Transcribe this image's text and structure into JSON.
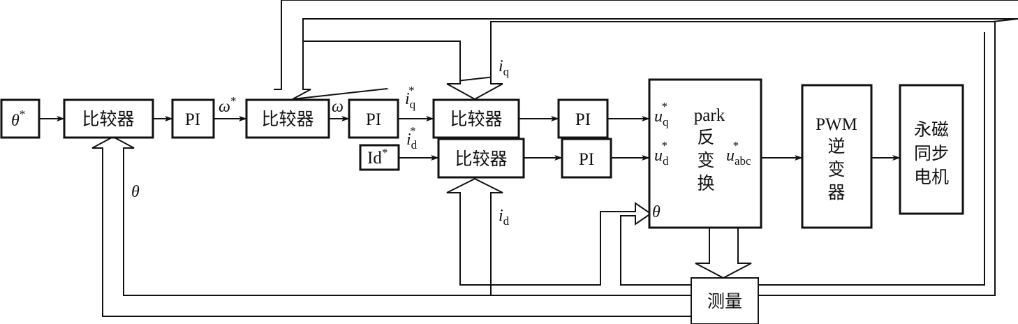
{
  "blocks": {
    "theta_ref": {
      "base": "θ",
      "sup": "*"
    },
    "comparator_position": "比较器",
    "pi_position": "PI",
    "comparator_speed": "比较器",
    "pi_speed": "PI",
    "comparator_q": "比较器",
    "comparator_d": "比较器",
    "id_ref": {
      "base": "Id",
      "sup": "*"
    },
    "pi_q": "PI",
    "pi_d": "PI",
    "park_inverse": {
      "line1": "park",
      "line2": "反",
      "line3": "变",
      "line4": "换"
    },
    "pwm_inverter": {
      "line1": "PWM",
      "line2": "逆",
      "line3": "变",
      "line4": "器"
    },
    "pmsm": {
      "line1": "永磁",
      "line2": "同步",
      "line3": "电机"
    },
    "measurement": "测量"
  },
  "signals": {
    "omega_ref": {
      "base": "ω",
      "sup": "*"
    },
    "omega": "ω",
    "iq_ref": {
      "base": "i",
      "sub": "q",
      "sup": "*"
    },
    "id_ref_sig": {
      "base": "i",
      "sub": "d",
      "sup": "*"
    },
    "iq": {
      "base": "i",
      "sub": "q"
    },
    "id": {
      "base": "i",
      "sub": "d"
    },
    "theta": "θ",
    "uq_ref": {
      "base": "u",
      "sub": "q",
      "sup": "*"
    },
    "ud_ref": {
      "base": "u",
      "sub": "d",
      "sup": "*"
    },
    "uabc_ref": {
      "base": "u",
      "sub": "abc",
      "sup": "*"
    },
    "theta_park": "θ"
  }
}
